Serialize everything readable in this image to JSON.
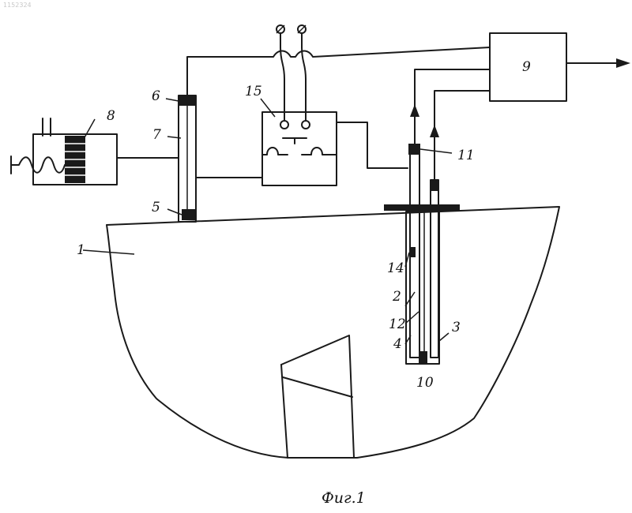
{
  "doc_number": "1152324",
  "caption": "Фиг.1",
  "labels": {
    "n1": "1",
    "n2": "2",
    "n3": "3",
    "n4": "4",
    "n5": "5",
    "n6": "6",
    "n7": "7",
    "n8": "8",
    "n9": "9",
    "n10": "10",
    "n11": "11",
    "n12": "12",
    "n14": "14",
    "n15": "15"
  }
}
